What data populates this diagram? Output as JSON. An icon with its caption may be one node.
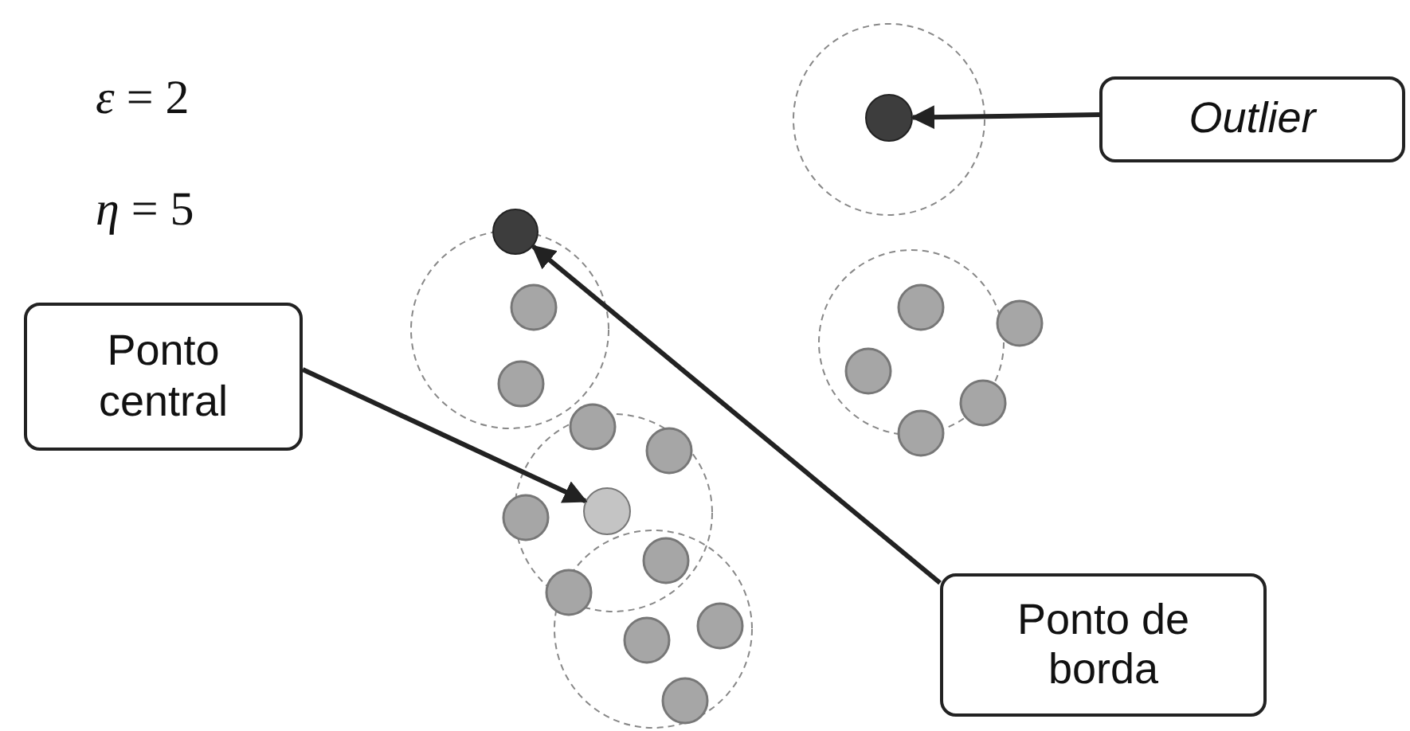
{
  "diagram": {
    "nodes": [
      {
        "text": [
          "Outlier"
        ]
      },
      {
        "text": [],
        "shape": "circle"
      },
      {
        "text": [
          "Ponto central"
        ]
      },
      {
        "text": [],
        "shape": "circle"
      },
      {
        "text": [
          "Ponto de borda"
        ]
      },
      {
        "text": [],
        "shape": "circle"
      }
    ],
    "edges": [
      {
        "from": 0,
        "to": 1,
        "arrow": "to"
      },
      {
        "from": 2,
        "to": 3,
        "arrow": "to"
      },
      {
        "from": 4,
        "to": 5,
        "arrow": "to"
      }
    ],
    "labels": [
      "*ε* = 2",
      "*η* = 5"
    ]
  }
}
